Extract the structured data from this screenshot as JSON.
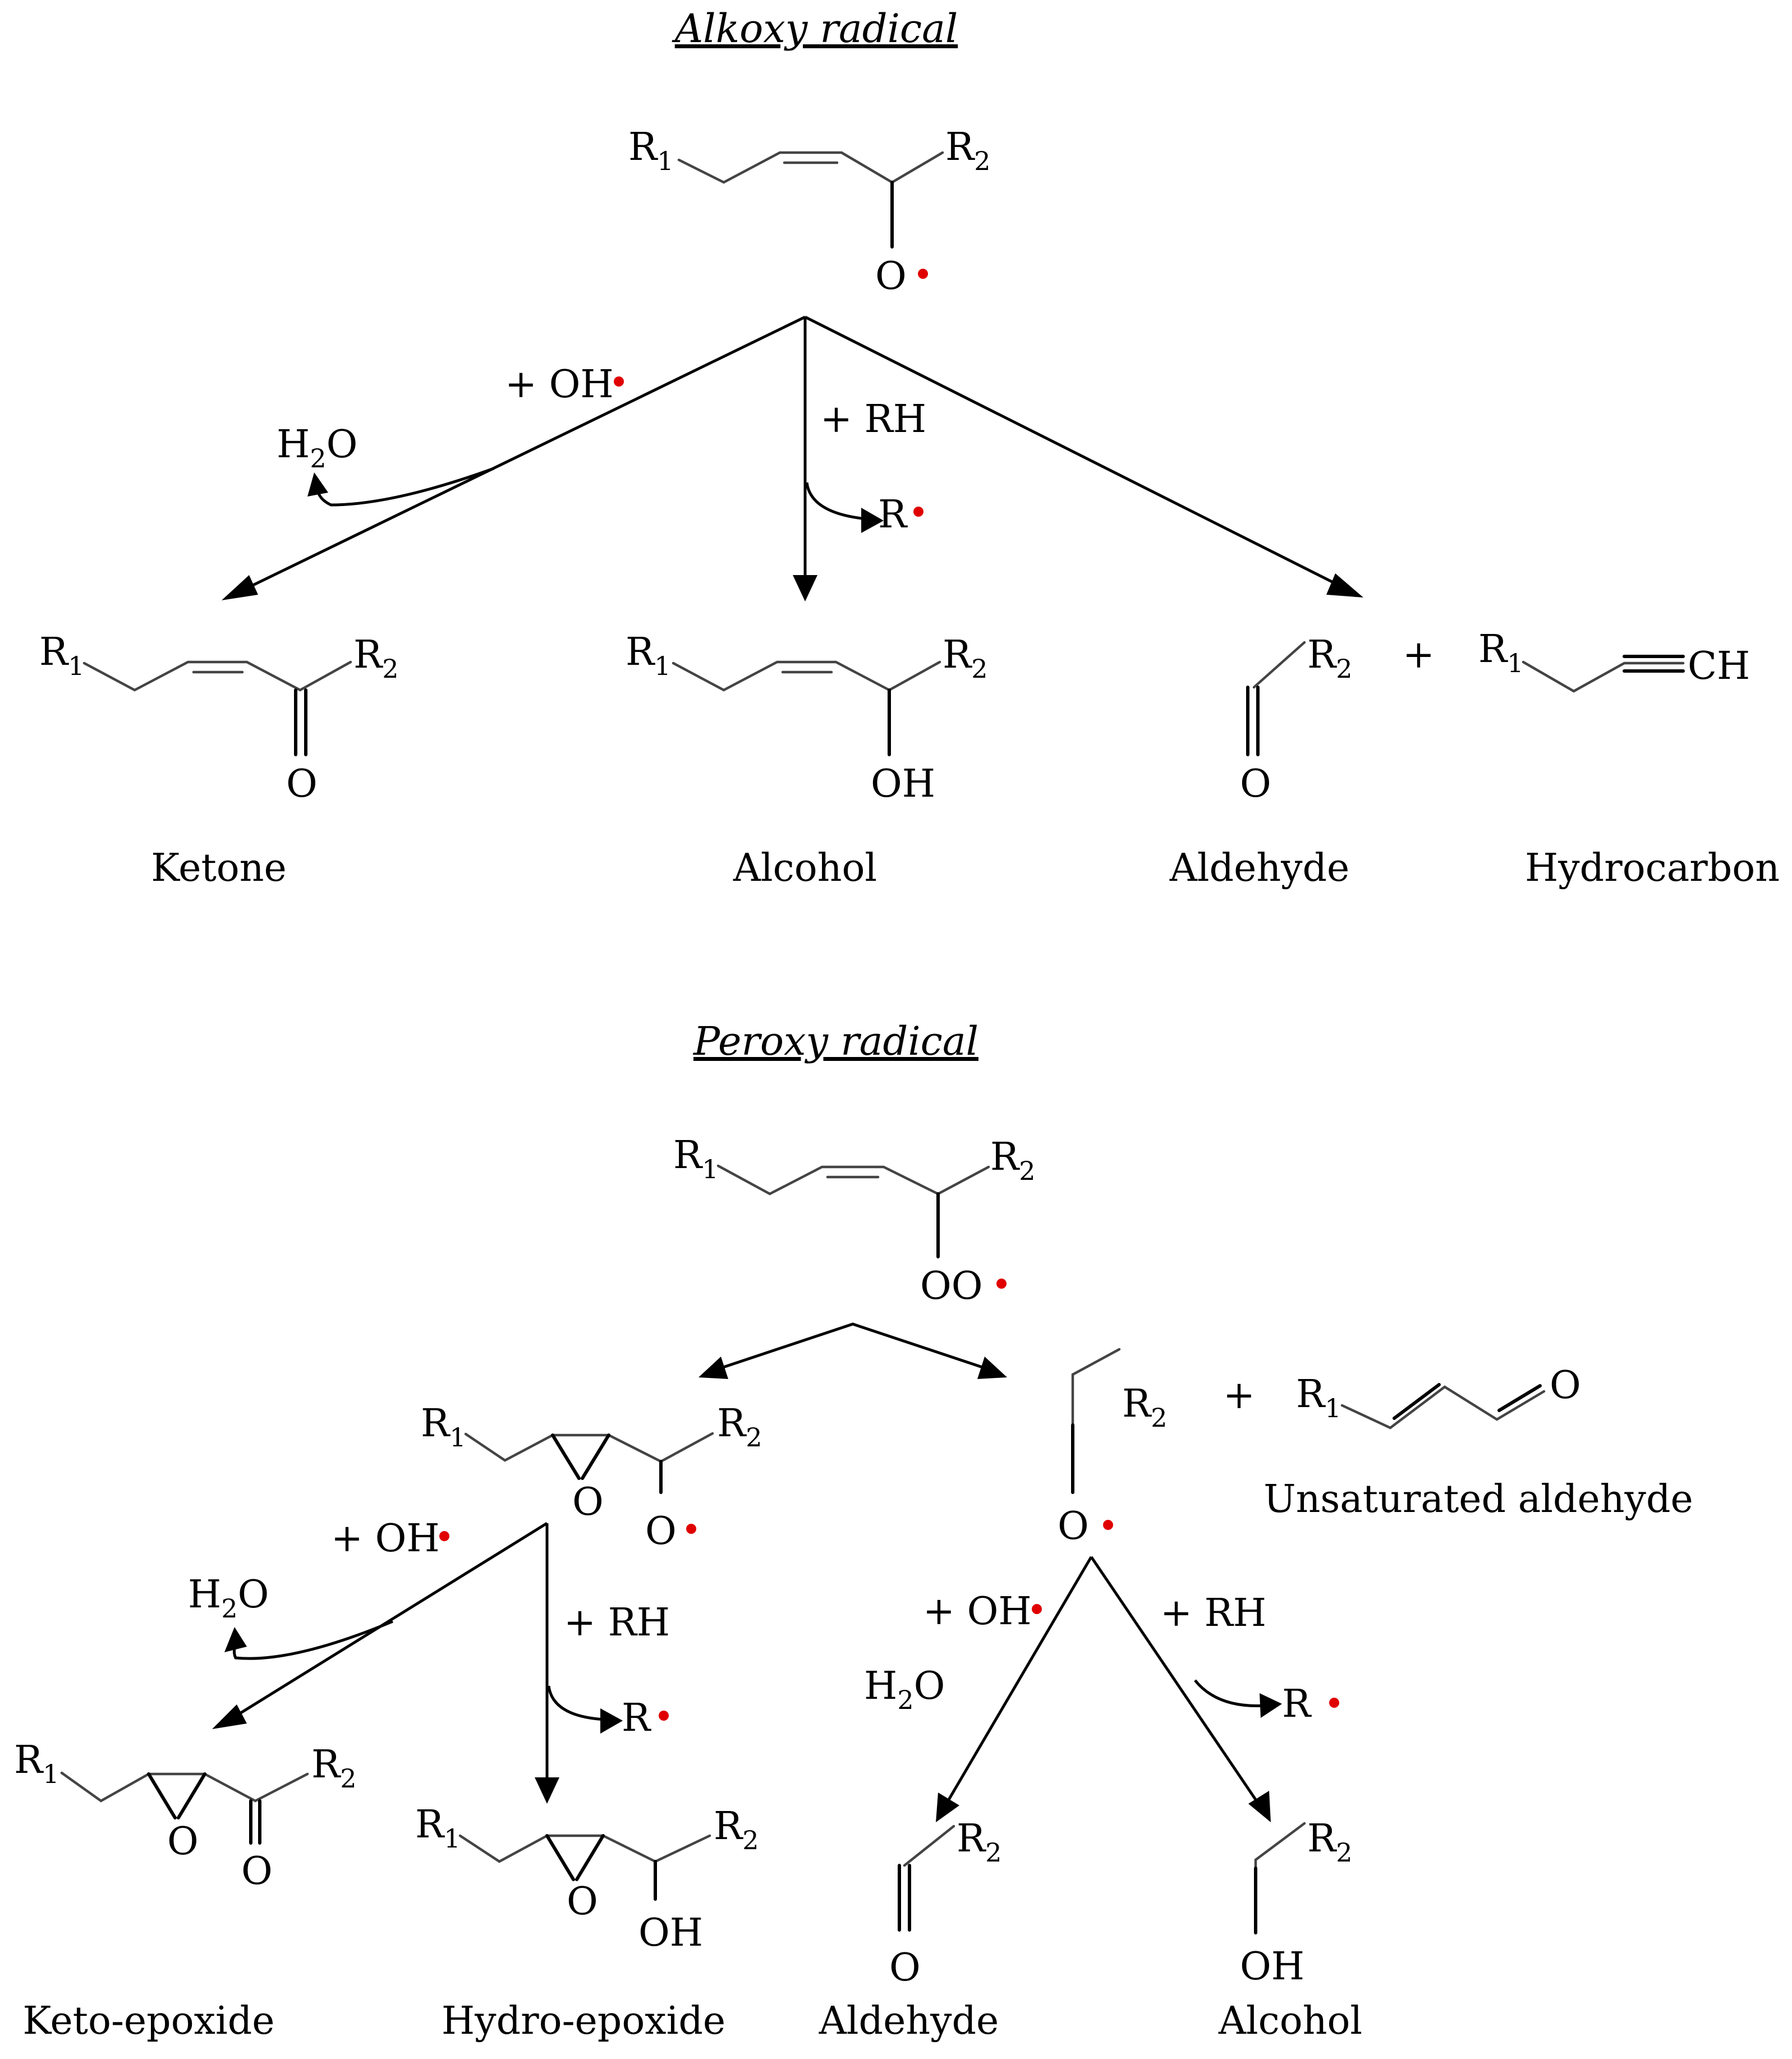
{
  "sections": {
    "alkoxy": {
      "title": "Alkoxy radical",
      "reagents": {
        "oh": "+ OH",
        "rh": "+ RH",
        "water": "H",
        "water_sub": "2",
        "water_o": "O",
        "r": "R"
      },
      "products": [
        "Ketone",
        "Alcohol",
        "Aldehyde",
        "Hydrocarbon"
      ],
      "plus": "+"
    },
    "peroxy": {
      "title": "Peroxy radical",
      "reagents": {
        "oh": "+ OH",
        "rh": "+ RH",
        "water": "H",
        "water_sub": "2",
        "water_o": "O",
        "r": "R"
      },
      "products": [
        "Keto-epoxide",
        "Hydro-epoxide",
        "Aldehyde",
        "Alcohol",
        "Unsaturated aldehyde"
      ],
      "plus": "+"
    }
  },
  "atoms": {
    "r": "R",
    "one": "1",
    "two": "2",
    "o": "O",
    "oo": "OO",
    "oh": "OH",
    "ch": "CH"
  },
  "colors": {
    "radical_dot": "#e00000",
    "line": "#000000",
    "bond": "#444444"
  }
}
